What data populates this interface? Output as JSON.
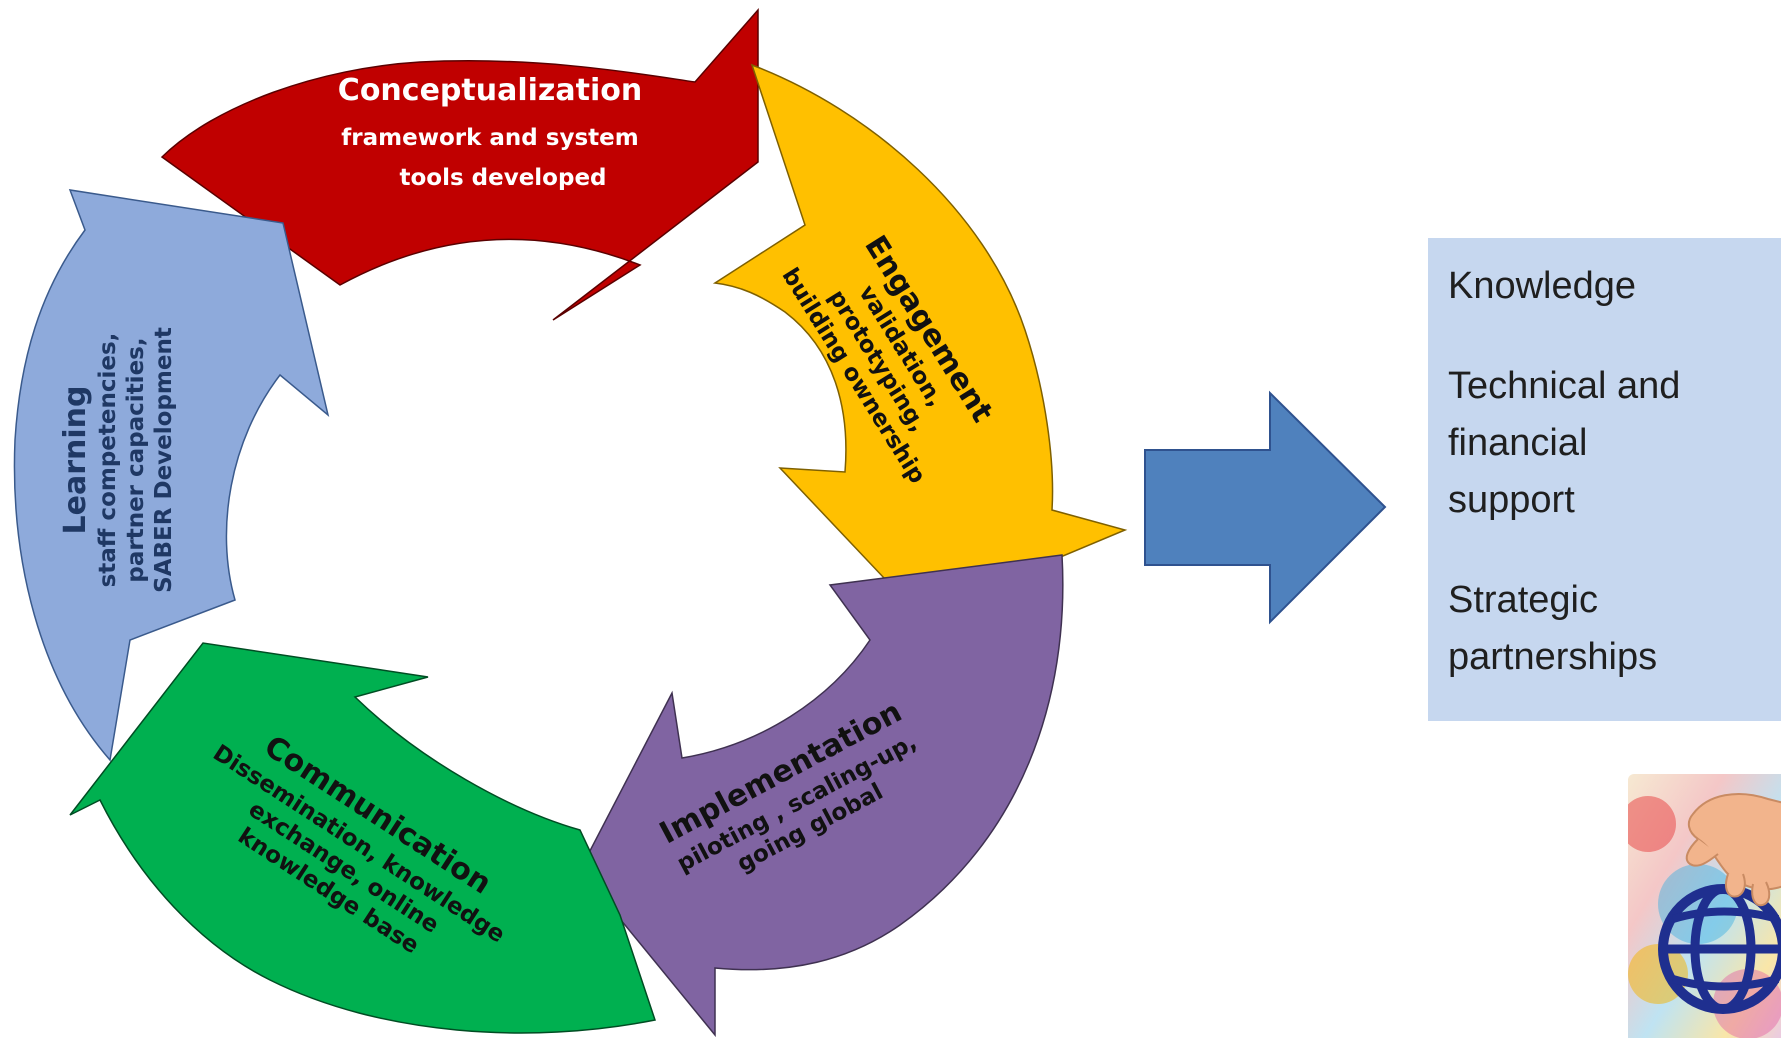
{
  "cycle": {
    "segments": [
      {
        "id": "conceptualization",
        "title": "Conceptualization",
        "subtitle_lines": [
          "framework and system",
          "tools developed"
        ],
        "color": "#c00000",
        "text_color": "#ffffff"
      },
      {
        "id": "engagement",
        "title": "Engagement",
        "subtitle_lines": [
          "validation,",
          "prototyping,",
          "building ownership"
        ],
        "color": "#ffc000",
        "text_color": "#111111"
      },
      {
        "id": "implementation",
        "title": "Implementation",
        "subtitle_lines": [
          "piloting , scaling-up,",
          "going global"
        ],
        "color": "#8064a2",
        "text_color": "#111111"
      },
      {
        "id": "communication",
        "title": "Communication",
        "subtitle_lines": [
          "Dissemination, knowledge",
          "exchange, online",
          "knowledge base"
        ],
        "color": "#00b050",
        "text_color": "#111111"
      },
      {
        "id": "learning",
        "title": "Learning",
        "subtitle_lines": [
          "staff competencies,",
          "partner capacities,",
          "SABER Development"
        ],
        "color": "#8eaadb",
        "text_color": "#1f3864"
      }
    ]
  },
  "connector_arrow": {
    "color": "#4f81bd",
    "icon": "right-arrow-icon"
  },
  "outcomes": {
    "background": "#c6d7ef",
    "items": [
      "Knowledge",
      "Technical and",
      "financial",
      "support",
      "Strategic",
      "partnerships"
    ]
  },
  "photo": {
    "icon": "painted-globe-hand-photo"
  }
}
